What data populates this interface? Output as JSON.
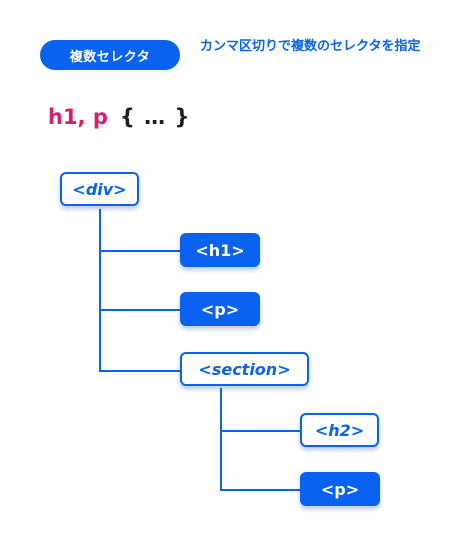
{
  "badge": {
    "label": "複数セレクタ"
  },
  "description": {
    "text": "カンマ区切りで複数のセレクタを指定"
  },
  "code": {
    "selector": "h1, p",
    "body": "{ … }"
  },
  "tree": {
    "nodes": [
      {
        "id": "div",
        "label": "<div>",
        "style": "outline",
        "depth": 0,
        "parent": null
      },
      {
        "id": "h1",
        "label": "<h1>",
        "style": "filled",
        "depth": 1,
        "parent": "div"
      },
      {
        "id": "p1",
        "label": "<p>",
        "style": "filled",
        "depth": 1,
        "parent": "div"
      },
      {
        "id": "section",
        "label": "<section>",
        "style": "outline",
        "depth": 1,
        "parent": "div"
      },
      {
        "id": "h2",
        "label": "<h2>",
        "style": "outline",
        "depth": 2,
        "parent": "section"
      },
      {
        "id": "p2",
        "label": "<p>",
        "style": "filled",
        "depth": 2,
        "parent": "section"
      }
    ]
  },
  "colors": {
    "accent": "#0a62f0",
    "highlight": "#d6206e",
    "text": "#1c1c1c"
  }
}
